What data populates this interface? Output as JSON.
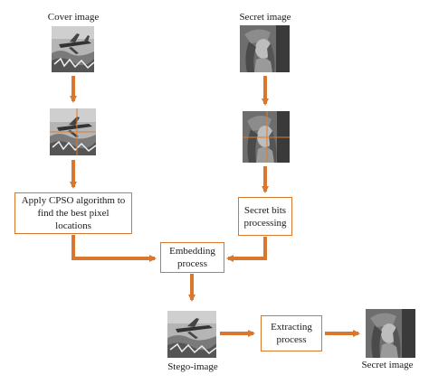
{
  "labels": {
    "cover_image": "Cover image",
    "secret_image_top": "Secret image",
    "stego_image": "Stego-image",
    "secret_image_bottom": "Secret image"
  },
  "boxes": {
    "cpso": "Apply CPSO algorithm to find the best pixel locations",
    "secret_bits": "Secret bits processing",
    "embedding": "Embedding process",
    "extracting": "Extracting process"
  },
  "colors": {
    "arrow": "#d9772e",
    "box_border": "#d9772e",
    "grid_line": "#e07a2a"
  },
  "icons": {
    "cover": "airplane-photo-icon",
    "secret": "portrait-photo-icon"
  }
}
